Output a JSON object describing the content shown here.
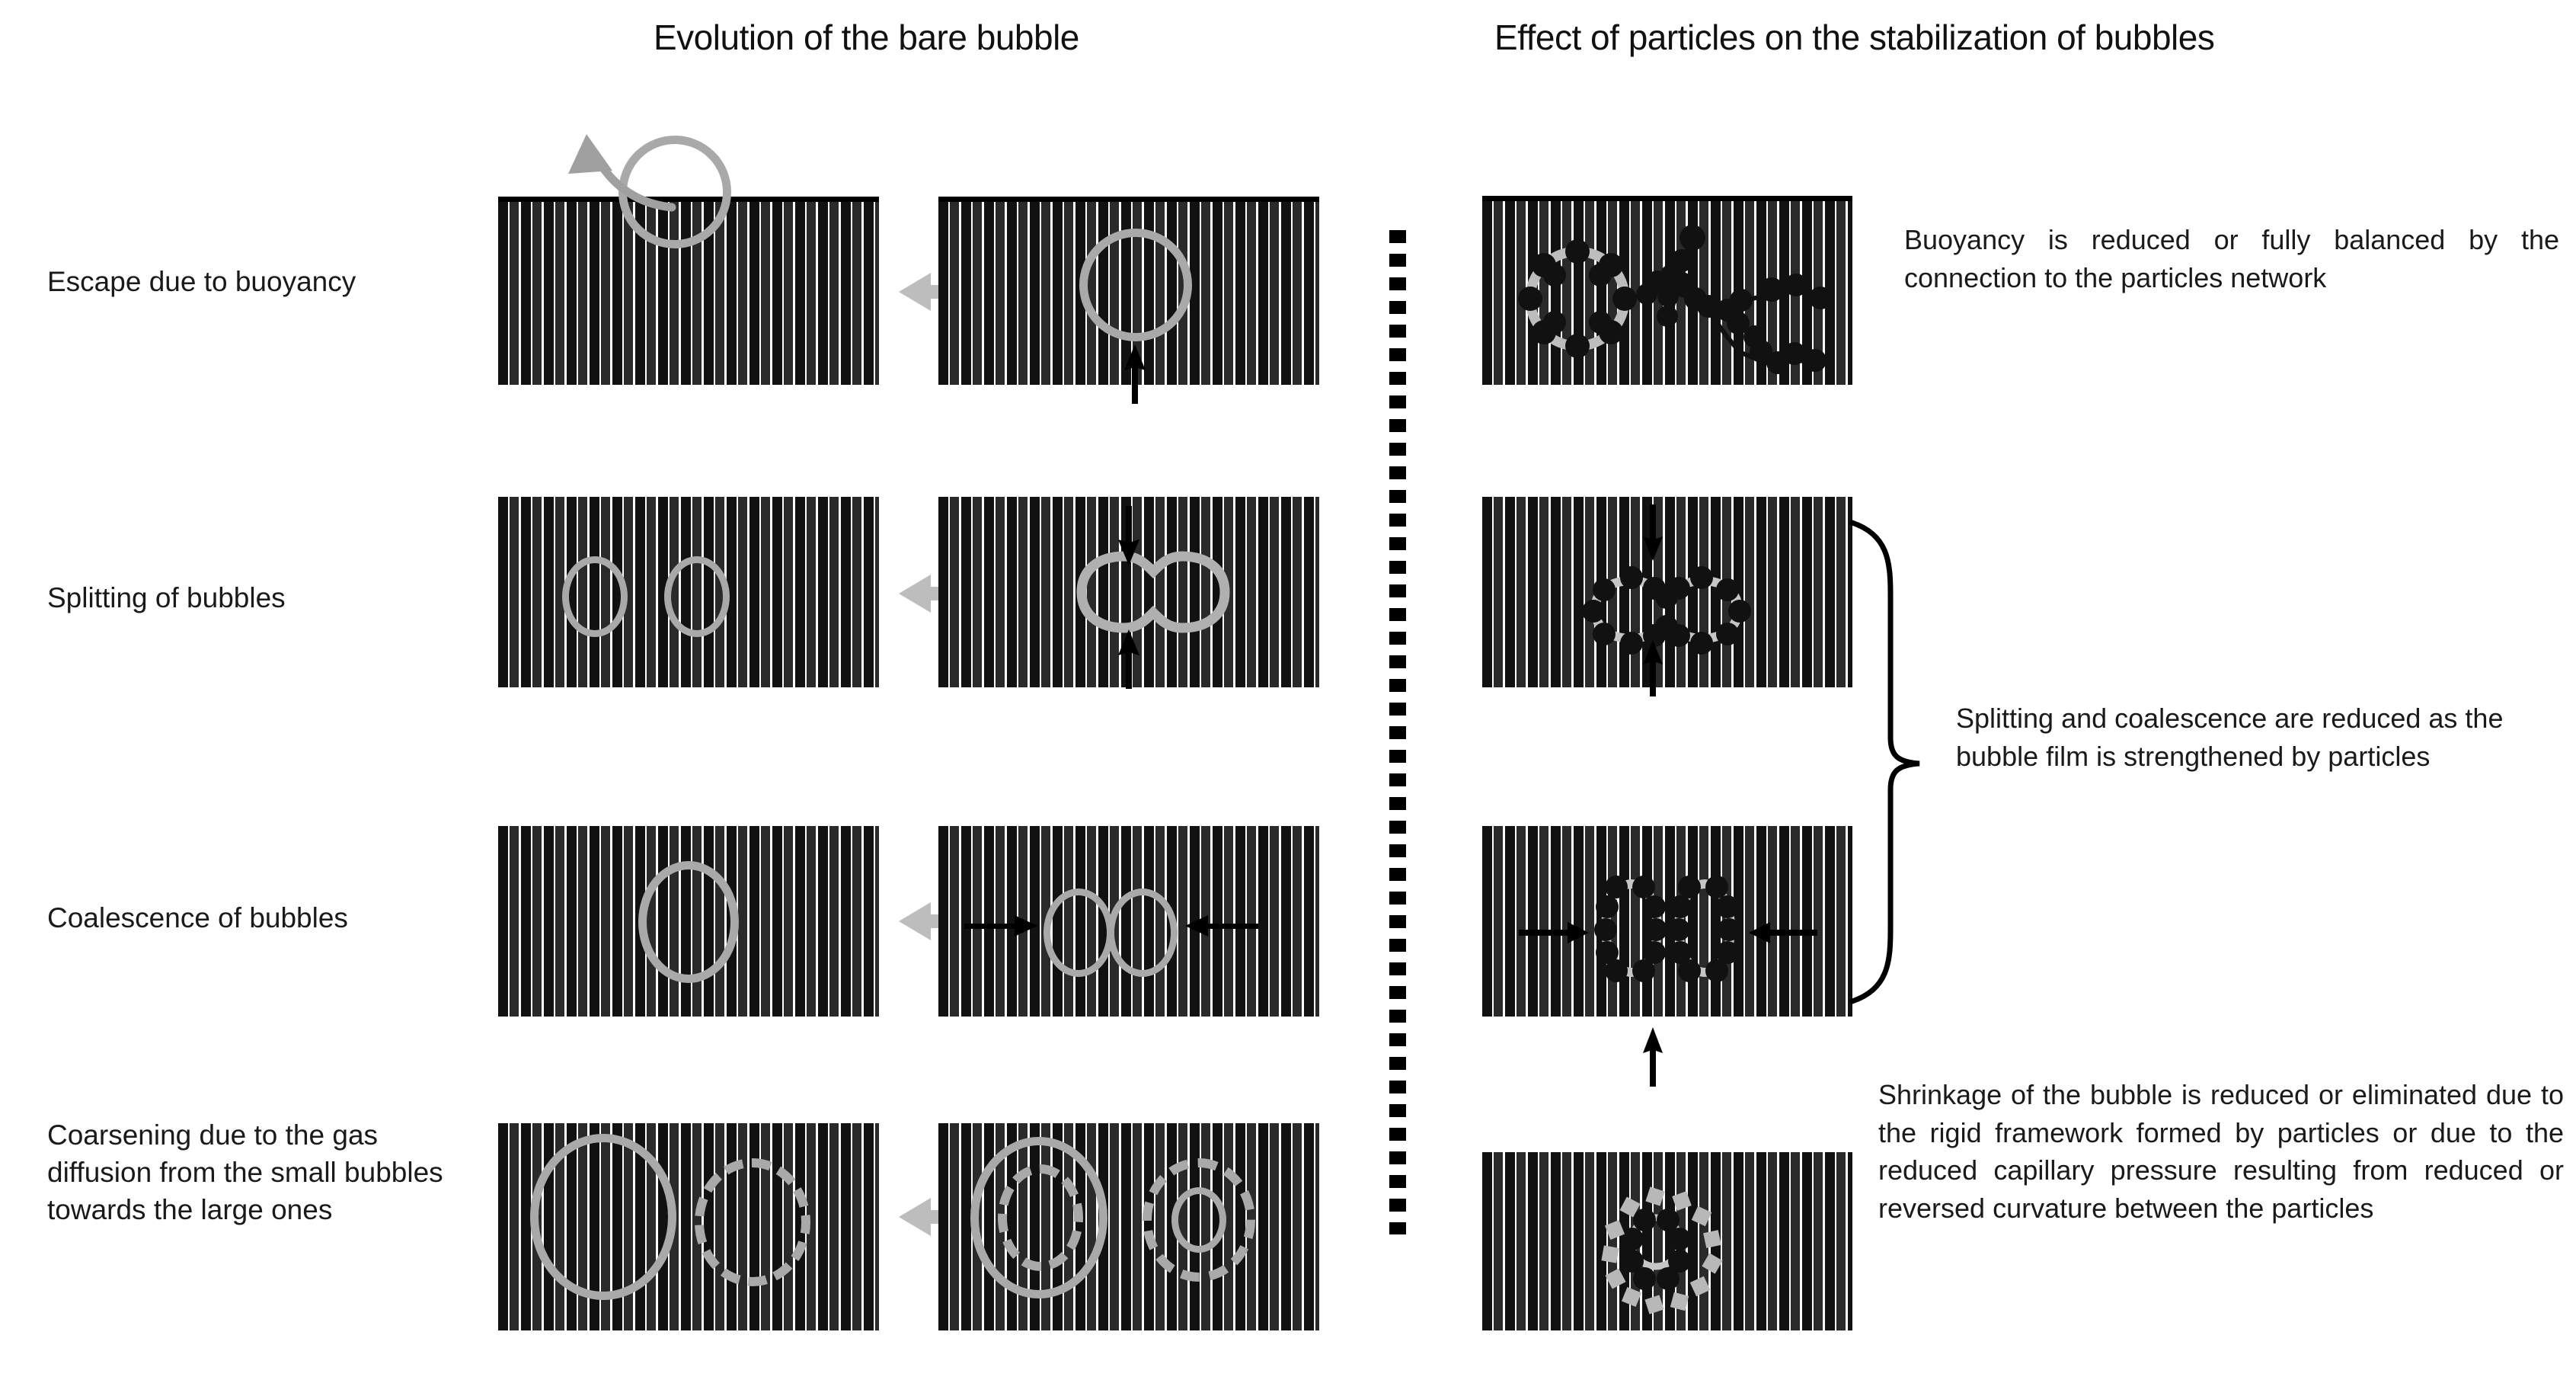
{
  "figure": {
    "type": "schematic-diagram",
    "subject": "Evolution of bare bubbles versus effect of particles on bubble stabilization in a liquid"
  },
  "columns": {
    "left_title": "Evolution of the bare bubble",
    "right_title": "Effect of particles on the stabilization of bubbles"
  },
  "rows": [
    {
      "id": "escape",
      "label": "Escape due to buoyancy",
      "bare": {
        "after_state": "bubble escaping through the liquid surface",
        "before_state": "bubble rising inside the liquid",
        "transition_arrow": "grey-left-arrow",
        "motion_arrow": "black-up-arrow"
      },
      "particles": {
        "state": "particle-armoured bubble connected to a branching particle network"
      },
      "note": "Buoyancy is reduced or fully balanced by the connection to the particles network"
    },
    {
      "id": "splitting",
      "label": "Splitting of bubbles",
      "bare": {
        "after_state": "two separate small bubbles",
        "before_state": "single bubble pinched in the middle",
        "transition_arrow": "grey-left-arrow",
        "motion_arrow": "black-up-and-down-arrows"
      },
      "particles": {
        "state": "particle-armoured peanut-shaped bubble resisting the pinch"
      }
    },
    {
      "id": "coalescence",
      "label": "Coalescence of bubbles",
      "bare": {
        "after_state": "one large merged bubble",
        "before_state": "two touching bubbles pushed together",
        "transition_arrow": "grey-left-arrow",
        "motion_arrow": "black-inward-horizontal-arrows"
      },
      "particles": {
        "state": "two particle-armoured bubbles kept separate by the particle films"
      }
    },
    {
      "id": "coarsening",
      "label": "Coarsening due to the gas diffusion from the small bubbles towards the large ones",
      "bare": {
        "after_state": "large bubble grown, small bubble vanished (dashed outline)",
        "before_state": "large bubble and small bubble side by side",
        "transition_arrow": "grey-left-arrow"
      },
      "particles": {
        "state": "small particle-armoured bubble stabilised against shrinkage",
        "motion_arrow": "black-up-arrow"
      }
    }
  ],
  "notes": {
    "buoyancy": "Buoyancy is reduced or fully balanced by the connection to the particles network",
    "splitting_coalescence": "Splitting and coalescence  are reduced as the bubble film is strengthened by particles",
    "shrinkage": "Shrinkage of the bubble is reduced or eliminated due to the rigid framework formed by particles or due to the reduced  capillary pressure resulting from reduced or reversed curvature between the particles"
  },
  "brace": {
    "name": "curly-brace",
    "spans_rows": [
      "splitting",
      "coalescence"
    ]
  },
  "divider": {
    "name": "vertical-dotted-divider",
    "style": "thick black dotted line"
  },
  "colors": {
    "bubble_outline": "#a9a9a9",
    "particle": "#111111",
    "ghost_particle": "#b8b8b8",
    "liquid_dash_dark": "#111111",
    "liquid_dash_light": "#555555",
    "surface_line": "#000000",
    "text": "#1a1a1a",
    "background": "#ffffff"
  }
}
